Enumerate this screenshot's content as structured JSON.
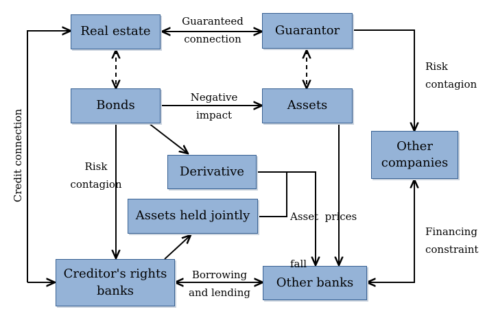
{
  "nodes": {
    "real_estate": "Real estate",
    "guarantor": "Guarantor",
    "bonds": "Bonds",
    "assets": "Assets",
    "other_companies_line1": "Other",
    "other_companies_line2": "companies",
    "derivative": "Derivative",
    "assets_held_jointly": "Assets held jointly",
    "creditors_banks_line1": "Creditor's rights",
    "creditors_banks_line2": "banks",
    "other_banks": "Other banks"
  },
  "edge_labels": {
    "guaranteed_line1": "Guaranteed",
    "guaranteed_line2": "connection",
    "negative_line1": "Negative",
    "negative_line2": "impact",
    "risk_contagion_right_line1": "Risk",
    "risk_contagion_right_line2": "contagion",
    "risk_contagion_left_line1": "Risk",
    "risk_contagion_left_line2": "contagion",
    "asset_prices_line1": "Asset  prices",
    "asset_prices_line2": "fall",
    "financing_line1": "Financing",
    "financing_line2": "constraint",
    "borrowing_line1": "Borrowing",
    "borrowing_line2": "and lending",
    "credit_connection": "Credit connection"
  },
  "colors": {
    "box_fill": "#95b3d7",
    "box_border": "#365f91",
    "arrow": "#000000"
  }
}
